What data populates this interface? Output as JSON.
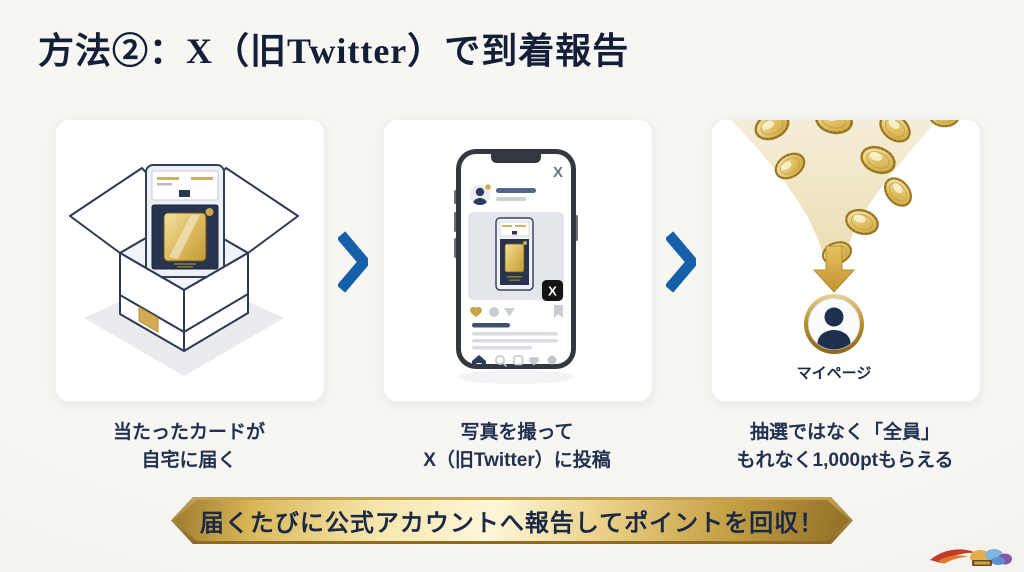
{
  "slide": {
    "title": "方法②：X（旧Twitter）で到着報告"
  },
  "steps": [
    {
      "illustration": "open-box-with-graded-card",
      "caption": [
        "当たったカードが",
        "自宅に届く"
      ]
    },
    {
      "illustration": "smartphone-x-post",
      "phone": {
        "x_logo": "X",
        "x_badge": "X",
        "action_icons": [
          "like-heart",
          "comment",
          "share",
          "bookmark"
        ],
        "nav_icons": [
          "home",
          "search",
          "new-post",
          "likes",
          "profile"
        ]
      },
      "caption": [
        "写真を撮って",
        "X（旧Twitter）に投稿"
      ]
    },
    {
      "illustration": "coins-funnel-to-mypage",
      "avatar_label": "マイページ",
      "icons": [
        "gold-coins",
        "down-arrow",
        "user-avatar"
      ],
      "caption": [
        "抽選ではなく「全員」",
        "もれなく1,000ptもらえる"
      ]
    }
  ],
  "banner": {
    "text": "届くたびに公式アカウントへ報告してポイントを回収！"
  },
  "icons": {
    "step_arrow": "chevron-right",
    "footer": "brand-logo"
  },
  "colors": {
    "background": "#f6f4ef",
    "panel": "#ffffff",
    "text_navy": "#1c2a45",
    "arrow_blue": "#1560a8",
    "gold": "#c9a64e",
    "banner_text": "#1b2946"
  }
}
